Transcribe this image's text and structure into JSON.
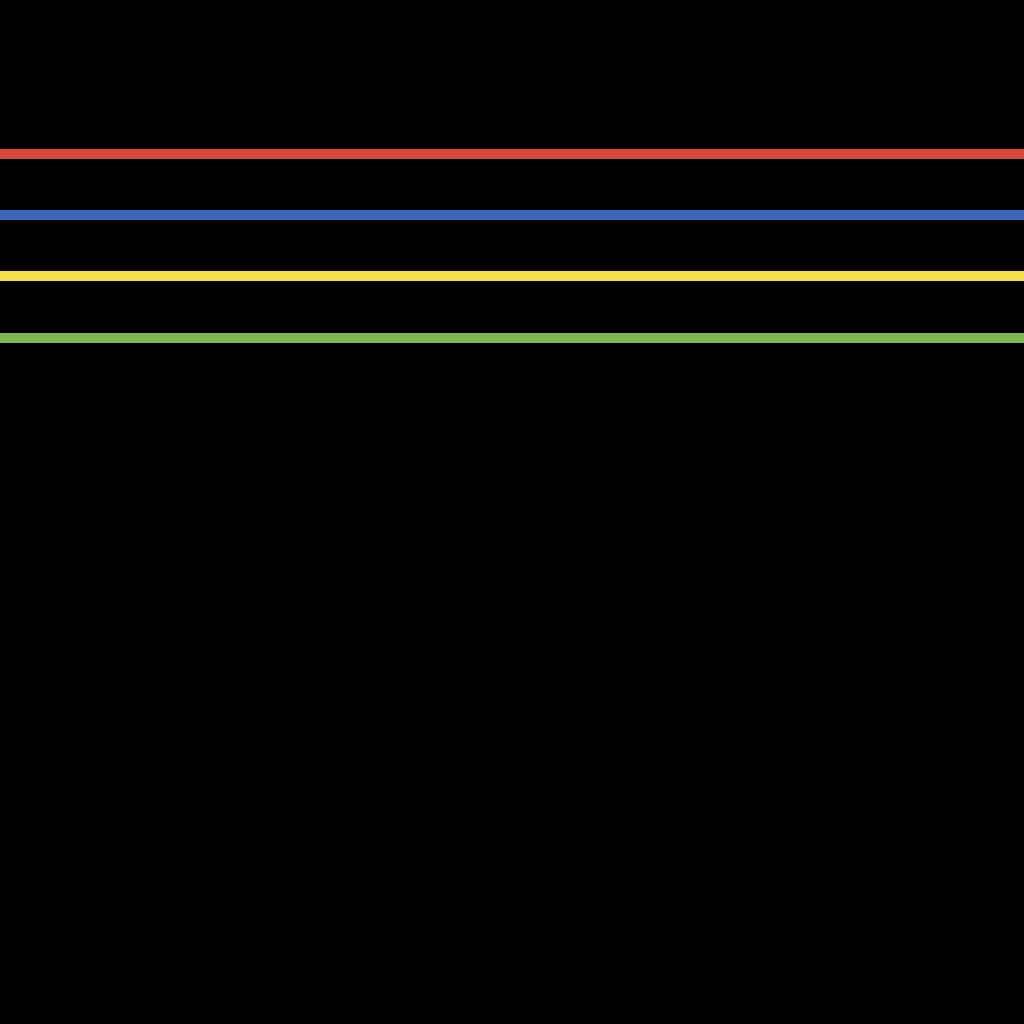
{
  "background_color": "#000000",
  "stripes": [
    {
      "name": "red-stripe",
      "color": "#d8473b"
    },
    {
      "name": "blue-stripe",
      "color": "#3b65b5"
    },
    {
      "name": "yellow-stripe",
      "color": "#f4e046"
    },
    {
      "name": "green-stripe",
      "color": "#7cb852"
    }
  ]
}
